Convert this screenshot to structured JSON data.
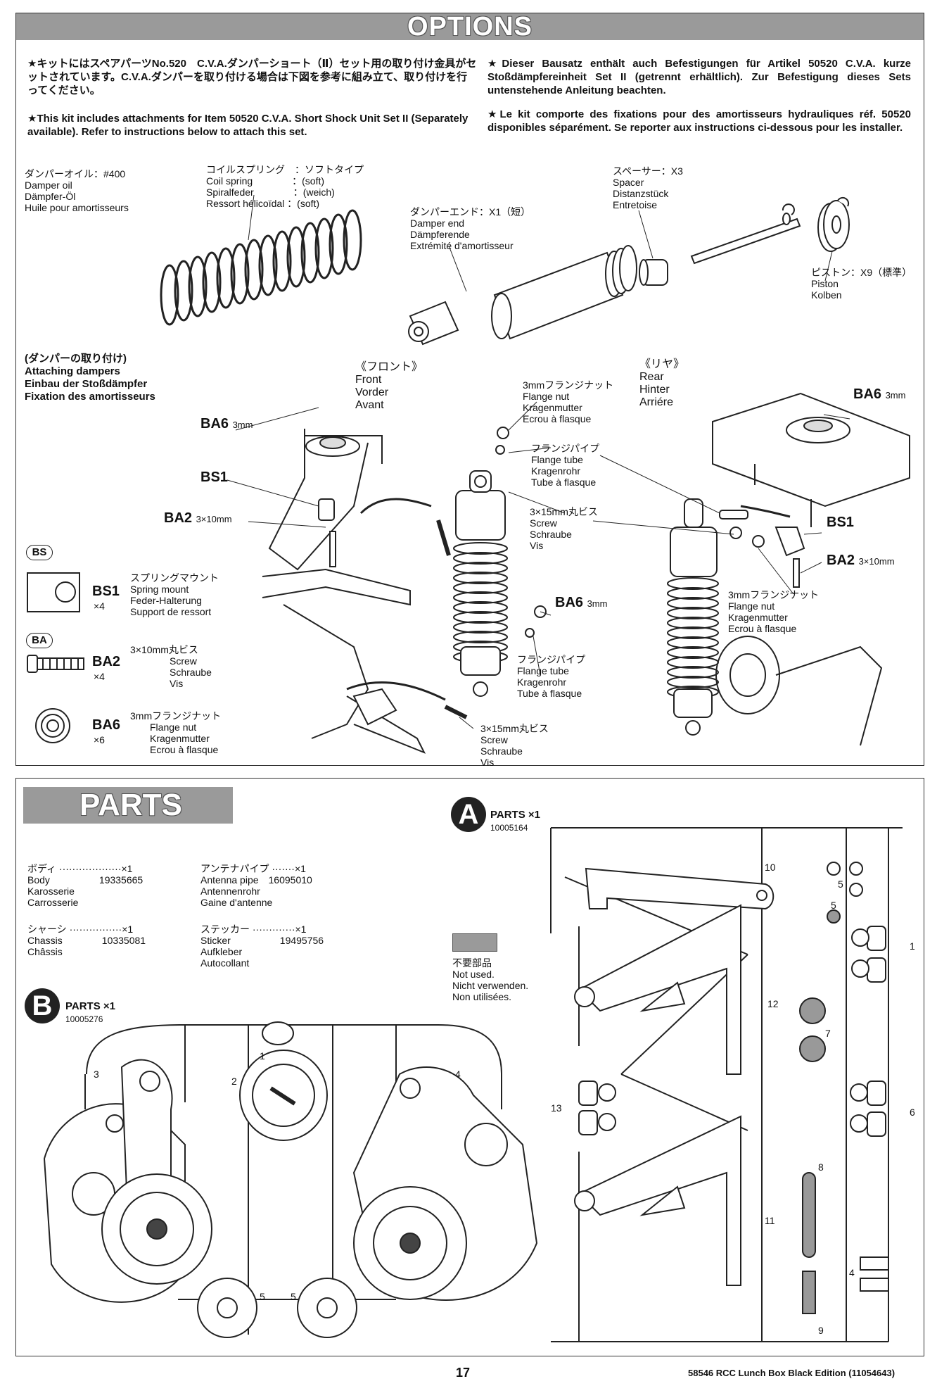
{
  "options": {
    "banner": "OPTIONS",
    "jp_note": "★キットにはスペアパーツNo.520　C.V.A.ダンパーショート（Ⅱ）セット用の取り付け金具がセットされています。C.V.A.ダンパーを取り付ける場合は下図を参考に組み立て、取り付けを行ってください。",
    "en_note": "★This kit includes attachments for Item 50520 C.V.A. Short Shock Unit Set II (Separately available). Refer to instructions below to attach this set.",
    "de_note": "★Dieser Bausatz enthält auch Befestigungen für Artikel 50520 C.V.A. kurze Stoßdämpfereinheit Set II (getrennt erhältlich). Zur Befestigung dieses Sets untenstehende Anleitung beachten.",
    "fr_note": "★Le kit comporte des fixations pour des amortisseurs hydrauliques réf. 50520 disponibles séparément. Se reporter aux instructions ci-dessous pour les installer.",
    "damper_oil": "ダンパーオイル：#400\nDamper oil\nDämpfer-Öl\nHuile pour amortisseurs",
    "coil_spring": "コイルスプリング　：ソフトタイプ\nCoil spring　　　　：(soft)\nSpiralfeder　　　　：(weich)\nRessort hélicoïdal ：(soft)",
    "spacer": "スペーサー：X3\nSpacer\nDistanzstück\nEntretoise",
    "damper_end": "ダンパーエンド：X1（短）\nDamper end\nDämpferende\nExtrémité d'amortisseur",
    "piston": "ピストン：X9（標準）\nPiston\nKolben",
    "attaching": "(ダンパーの取り付け)\nAttaching dampers\nEinbau der Stoßdämpfer\nFixation des amortisseurs",
    "front": "《フロント》\nFront\nVorder\nAvant",
    "rear": "《リヤ》\nRear\nHinter\nArriére",
    "flange_nut_a": "3mmフランジナット\nFlange nut\nKragenmutter\nEcrou à flasque",
    "flange_tube_a": "フランジパイプ\nFlange tube\nKragenrohr\nTube à flasque",
    "screw_a": "3×15mm丸ビス\nScrew\nSchraube\nVis",
    "flange_tube_b": "フランジパイプ\nFlange tube\nKragenrohr\nTube à flasque",
    "screw_b": "3×15mm丸ビス\nScrew\nSchraube\nVis",
    "flange_nut_b": "3mmフランジナット\nFlange nut\nKragenmutter\nEcrou à flasque",
    "callouts": {
      "ba6_front": "BA6",
      "ba6_front_size": "3mm",
      "bs1_front": "BS1",
      "ba2_front": "BA2",
      "ba2_front_size": "3×10mm",
      "ba6_mid": "BA6",
      "ba6_mid_size": "3mm",
      "ba6_rear": "BA6",
      "ba6_rear_size": "3mm",
      "bs1_rear": "BS1",
      "ba2_rear": "BA2",
      "ba2_rear_size": "3×10mm"
    },
    "bag_bs": "BS",
    "bag_ba": "BA",
    "bs1": {
      "code": "BS1",
      "qty": "×4",
      "desc": "スプリングマウント\nSpring mount\nFeder-Halterung\nSupport de ressort"
    },
    "ba2": {
      "code": "BA2",
      "qty": "×4",
      "desc": "3×10mm丸ビス\n　　　　Screw\n　　　　Schraube\n　　　　Vis"
    },
    "ba6": {
      "code": "BA6",
      "qty": "×6",
      "desc": "3mmフランジナット\n　　Flange nut\n　　Kragenmutter\n　　Ecrou à flasque"
    }
  },
  "parts": {
    "banner": "PARTS",
    "body": "ボディ ···················×1\nBody　　　　　19335665\nKarosserie\nCarrosserie",
    "chassis": "シャーシ ················×1\nChassis　　　　10335081\nChâssis",
    "antenna": "アンテナパイプ ·······×1\nAntenna pipe　16095010\nAntennenrohr\nGaine d'antenne",
    "sticker": "ステッカー ·············×1\nSticker　　　　　19495756\nAufkleber\nAutocollant",
    "not_used": "不要部品\nNot used.\nNicht verwenden.\nNon utilisées.",
    "tree_a": {
      "letter": "A",
      "title": "PARTS ×1",
      "code": "10005164"
    },
    "tree_b": {
      "letter": "B",
      "title": "PARTS ×1",
      "code": "10005276"
    },
    "a_nums": [
      "10",
      "5",
      "5",
      "1",
      "12",
      "7",
      "13",
      "6",
      "8",
      "11",
      "4",
      "9"
    ],
    "b_nums": [
      "1",
      "3",
      "2",
      "4",
      "5",
      "5"
    ]
  },
  "footer": {
    "page": "17",
    "title": "58546 RCC Lunch Box Black Edition (11054643)"
  }
}
